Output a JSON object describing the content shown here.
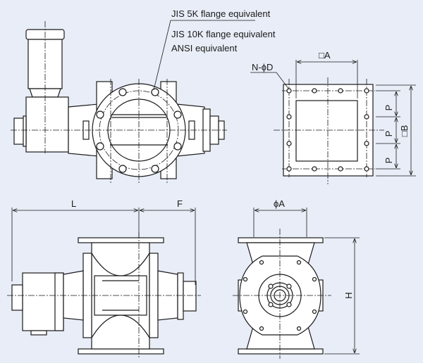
{
  "annotations": {
    "jis5k": "JIS 5K flange equivalent",
    "jis10k": "JIS 10K flange equivalent",
    "ansi": "ANSI equivalent",
    "bolt_holes": "N-ϕD"
  },
  "dimensions": {
    "square_a": "□A",
    "square_b": "□B",
    "pitch": "P",
    "length_l": "L",
    "length_f": "F",
    "diameter_a": "ϕA",
    "height_h": "H"
  }
}
